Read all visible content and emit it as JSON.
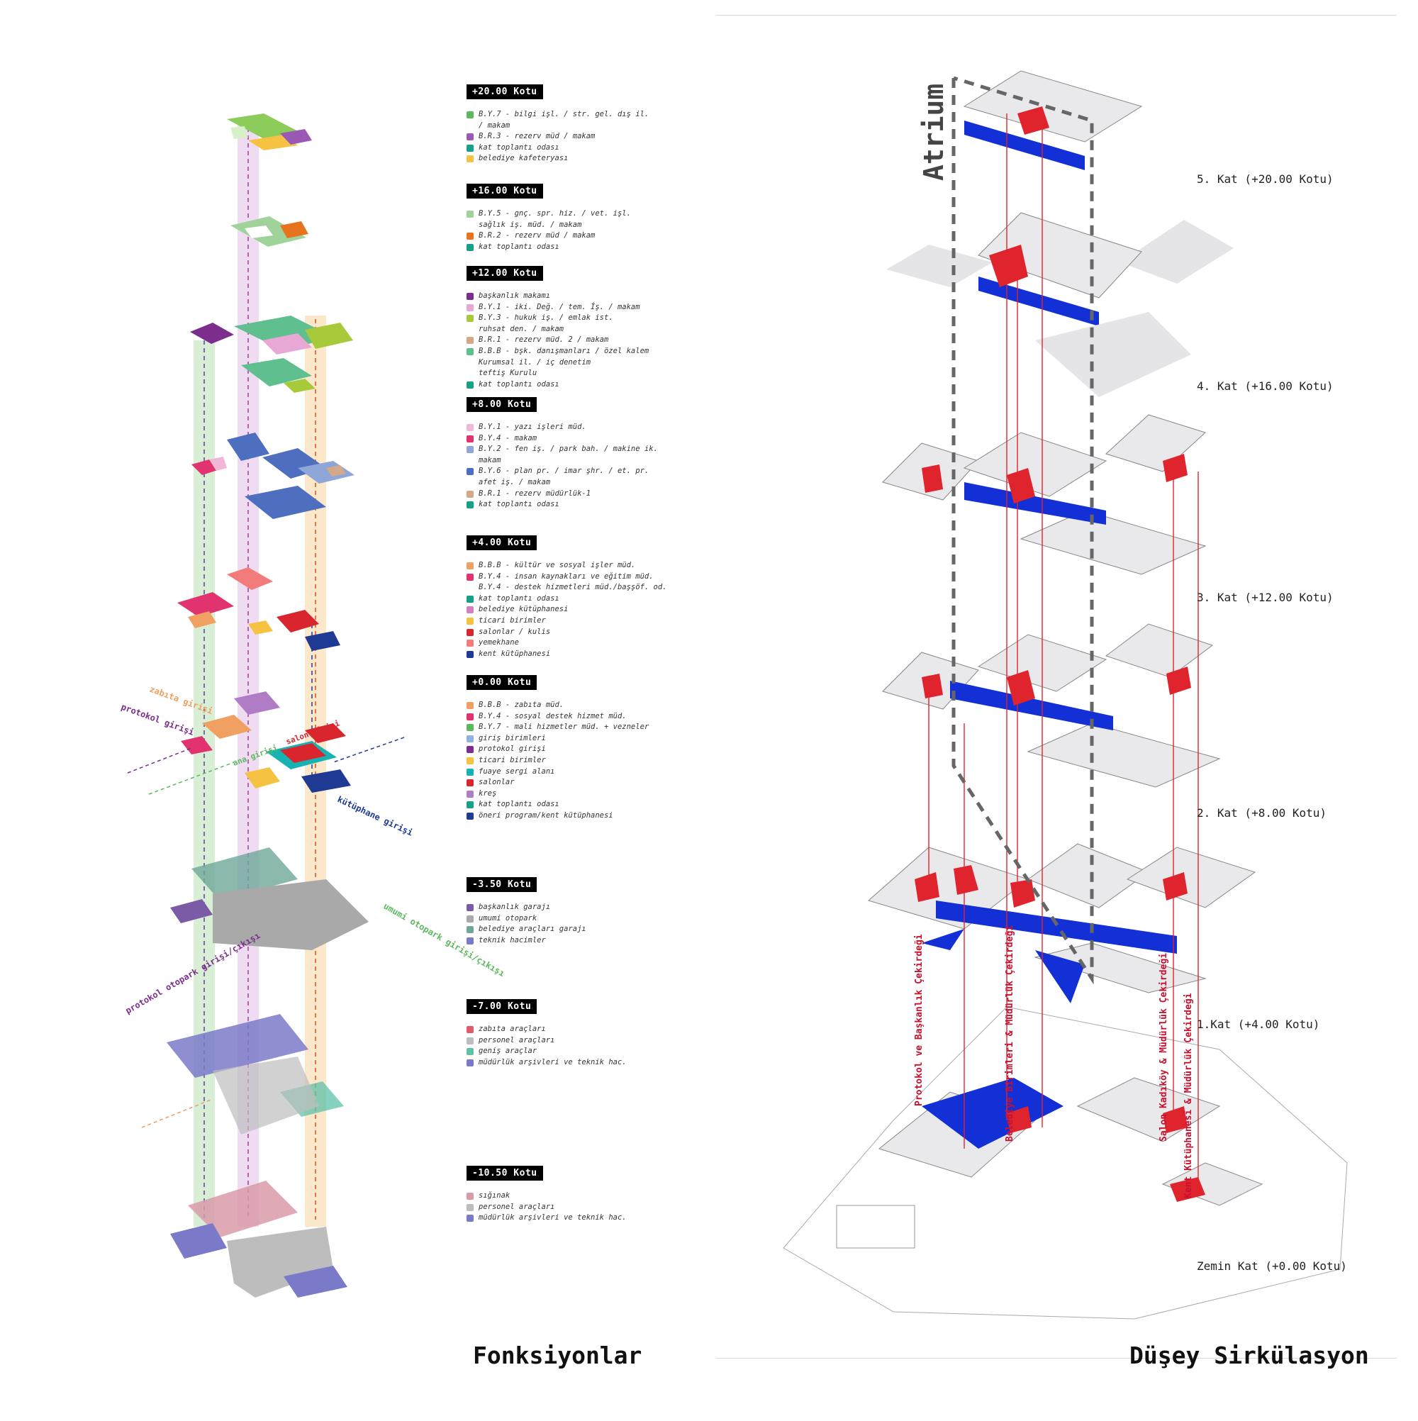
{
  "titles": {
    "left": "Fonksiyonlar",
    "right": "Düşey Sirkülasyon",
    "atrium": "Atrium"
  },
  "legend": [
    {
      "tag": "+20.00 Kotu",
      "items": [
        {
          "color": "#5cb85c",
          "lines": [
            "B.Y.7 - bilgi işl. / str. gel. dış il.",
            "/ makam"
          ]
        },
        {
          "color": "#9b59b6",
          "lines": [
            "B.R.3 - rezerv müd / makam"
          ]
        },
        {
          "color": "#16a085",
          "lines": [
            "kat toplantı odası"
          ]
        },
        {
          "color": "#f5c242",
          "lines": [
            "belediye kafeteryası"
          ]
        }
      ]
    },
    {
      "tag": "+16.00 Kotu",
      "items": [
        {
          "color": "#9fd39a",
          "lines": [
            "B.Y.5 - gnç. spr. hiz. / vet. işl.",
            "sağlık iş. müd. / makam"
          ]
        },
        {
          "color": "#e8731f",
          "lines": [
            "B.R.2 - rezerv müd / makam"
          ]
        },
        {
          "color": "#16a085",
          "lines": [
            "kat toplantı odası"
          ]
        }
      ]
    },
    {
      "tag": "+12.00 Kotu",
      "items": [
        {
          "color": "#7b2e8e",
          "lines": [
            "başkanlık makamı"
          ]
        },
        {
          "color": "#e7a8d6",
          "lines": [
            "B.Y.1 - iki. Değ. / tem. İş. / makam"
          ]
        },
        {
          "color": "#a8c93a",
          "lines": [
            "B.Y.3 - hukuk iş. / emlak ist.",
            "ruhsat den. / makam"
          ]
        },
        {
          "color": "#d4a98a",
          "lines": [
            "B.R.1 - rezerv müd. 2 / makam"
          ]
        },
        {
          "color": "#5fbf8f",
          "lines": [
            "B.B.B - bşk. danışmanları / özel kalem",
            "Kurumsal il. / iç denetim",
            "teftiş Kurulu"
          ]
        },
        {
          "color": "#16a085",
          "lines": [
            "kat toplantı odası"
          ]
        }
      ]
    },
    {
      "tag": "+8.00 Kotu",
      "items": [
        {
          "color": "#f0b7d6",
          "lines": [
            "B.Y.1 - yazı işleri müd."
          ]
        },
        {
          "color": "#e0336f",
          "lines": [
            "B.Y.4 - makam"
          ]
        },
        {
          "color": "#8fa6d8",
          "lines": [
            "B.Y.2 - fen iş. / park bah. / makine ik.",
            "makam"
          ]
        },
        {
          "color": "#4e6fc0",
          "lines": [
            "B.Y.6 - plan pr. / imar şhr. / et. pr.",
            "afet iş. / makam"
          ]
        },
        {
          "color": "#d4a98a",
          "lines": [
            "B.R.1 - rezerv müdürlük-1"
          ]
        },
        {
          "color": "#16a085",
          "lines": [
            "kat toplantı odası"
          ]
        }
      ]
    },
    {
      "tag": "+4.00 Kotu",
      "items": [
        {
          "color": "#f0a060",
          "lines": [
            "B.B.B -  kültür ve sosyal işler müd."
          ]
        },
        {
          "color": "#e0336f",
          "lines": [
            "B.Y.4 - insan kaynakları ve eğitim müd.",
            "B.Y.4 - destek hizmetleri müd./başşöf. od."
          ]
        },
        {
          "color": "#16a085",
          "lines": [
            "kat toplantı odası"
          ]
        },
        {
          "color": "#d47fc0",
          "lines": [
            "belediye kütüphanesi"
          ]
        },
        {
          "color": "#f5c242",
          "lines": [
            "ticari birimler"
          ]
        },
        {
          "color": "#d9262e",
          "lines": [
            "salonlar / kulis"
          ]
        },
        {
          "color": "#f27b7b",
          "lines": [
            "yemekhane"
          ]
        },
        {
          "color": "#1f3a93",
          "lines": [
            "kent kütüphanesi"
          ]
        }
      ]
    },
    {
      "tag": "+0.00 Kotu",
      "items": [
        {
          "color": "#f0a060",
          "lines": [
            "B.B.B - zabıta müd."
          ]
        },
        {
          "color": "#e0336f",
          "lines": [
            "B.Y.4 - sosyal destek hizmet müd."
          ]
        },
        {
          "color": "#5cb85c",
          "lines": [
            "B.Y.7 - mali hizmetler müd. + vezneler"
          ]
        },
        {
          "color": "#8fb3e0",
          "lines": [
            "giriş birimleri"
          ]
        },
        {
          "color": "#7b2e8e",
          "lines": [
            "protokol girişi"
          ]
        },
        {
          "color": "#f5c242",
          "lines": [
            "ticari birimler"
          ]
        },
        {
          "color": "#17b3b3",
          "lines": [
            "fuaye sergi alanı"
          ]
        },
        {
          "color": "#d9262e",
          "lines": [
            "salonlar"
          ]
        },
        {
          "color": "#b07cc6",
          "lines": [
            "kreş"
          ]
        },
        {
          "color": "#16a085",
          "lines": [
            "kat toplantı odası"
          ]
        },
        {
          "color": "#1f3a93",
          "lines": [
            "öneri program/kent kütüphanesi"
          ]
        }
      ]
    },
    {
      "tag": "-3.50 Kotu",
      "items": [
        {
          "color": "#7b5aa6",
          "lines": [
            "başkanlık garajı"
          ]
        },
        {
          "color": "#a9a9a9",
          "lines": [
            "umumi otopark"
          ]
        },
        {
          "color": "#6fa79a",
          "lines": [
            "belediye araçları garajı"
          ]
        },
        {
          "color": "#7a7ac8",
          "lines": [
            "teknik hacimler"
          ]
        }
      ]
    },
    {
      "tag": "-7.00 Kotu",
      "items": [
        {
          "color": "#e05a6a",
          "lines": [
            "zabıta araçları"
          ]
        },
        {
          "color": "#bdbdbd",
          "lines": [
            "personel araçları"
          ]
        },
        {
          "color": "#5fc2a8",
          "lines": [
            "geniş araçlar"
          ]
        },
        {
          "color": "#7a7ac8",
          "lines": [
            "müdürlük arşivleri ve teknik hac."
          ]
        }
      ]
    },
    {
      "tag": "-10.50 Kotu",
      "items": [
        {
          "color": "#d99aa8",
          "lines": [
            "sığınak"
          ]
        },
        {
          "color": "#bdbdbd",
          "lines": [
            "personel araçları"
          ]
        },
        {
          "color": "#7a7ac8",
          "lines": [
            "müdürlük arşivleri ve teknik hac."
          ]
        }
      ]
    }
  ],
  "entrances": {
    "zabita": "zabıta girişi",
    "protokol": "protokol girişi",
    "salon": "salon girişi",
    "ana": "ana girişi",
    "kutuphane": "kütüphane girişi",
    "umumi_otopark": "umumi otopark girişi/çıkışı",
    "protokol_otopark": "protokol otopark girişi/çıkışı"
  },
  "floors": [
    {
      "label": "5. Kat (+20.00 Kotu)"
    },
    {
      "label": "4. Kat (+16.00 Kotu)"
    },
    {
      "label": "3. Kat (+12.00 Kotu)"
    },
    {
      "label": "2. Kat (+8.00 Kotu)"
    },
    {
      "label": "1.Kat (+4.00 Kotu)"
    },
    {
      "label": "Zemin Kat (+0.00 Kotu)"
    }
  ],
  "cores": {
    "c1": "Protokol ve Başkanlık Çekirdeği",
    "c2": "Belediye Birimleri & Müdürlük Çekirdeği",
    "c3": "Salon Kadıköy & Müdürlük Çekirdeği",
    "c4": "Kent Kütüphanesi & Müdürlük Çekirdeği"
  },
  "colors": {
    "core_green": "#8fd18a",
    "core_pink": "#d7a8e0",
    "core_orange": "#f5c27a",
    "circulation_blue": "#1230d6",
    "core_red": "#e0242e",
    "slab_gray": "#d9d9dc"
  }
}
